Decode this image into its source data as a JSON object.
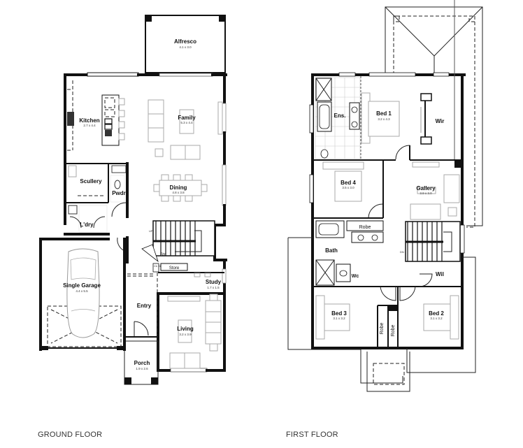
{
  "plan": {
    "colors": {
      "wall": "#111111",
      "furniture": "#aaaaaa",
      "tile": "#cccccc",
      "background": "#ffffff"
    },
    "ground_floor": {
      "label": "GROUND FLOOR",
      "rooms": {
        "alfresco": {
          "name": "Alfresco",
          "dim": "4.1 x 3.0"
        },
        "kitchen": {
          "name": "Kitchen",
          "dim": "2.7 x 4.4"
        },
        "family": {
          "name": "Family",
          "dim": "5.3 x 4.4"
        },
        "scullery": {
          "name": "Scullery"
        },
        "pwdr": {
          "name": "Pwdr"
        },
        "dining": {
          "name": "Dining",
          "dim": "4.8 x 3.8"
        },
        "ldry": {
          "name": "L'dry"
        },
        "str": {
          "name": "Str"
        },
        "store": {
          "name": "Store"
        },
        "ck": {
          "name": "Ck Sk"
        },
        "study": {
          "name": "Study",
          "dim": "1.7 x 1.5"
        },
        "garage": {
          "name": "Single Garage",
          "dim": "4.4 x 5.5"
        },
        "entry": {
          "name": "Entry"
        },
        "living": {
          "name": "Living",
          "dim": "3.2 x 3.9"
        },
        "porch": {
          "name": "Porch",
          "dim": "1.9 x 2.6"
        }
      },
      "stair_up": "UP"
    },
    "first_floor": {
      "label": "FIRST FLOOR",
      "rooms": {
        "ens": {
          "name": "Ens."
        },
        "bed1": {
          "name": "Bed 1",
          "dim": "3.2 x 4.3"
        },
        "wir": {
          "name": "Wir"
        },
        "bed4": {
          "name": "Bed 4",
          "dim": "3.5 x 3.0"
        },
        "gallery": {
          "name": "Gallery",
          "dim": "3.9 x 3.0"
        },
        "robe": {
          "name": "Robe"
        },
        "bath": {
          "name": "Bath"
        },
        "wc": {
          "name": "Wc"
        },
        "wil": {
          "name": "Wil"
        },
        "bed3": {
          "name": "Bed 3",
          "dim": "3.1 x 3.2"
        },
        "bed2": {
          "name": "Bed 2",
          "dim": "3.1 x 3.2"
        },
        "robe_left": {
          "name": "Robe"
        },
        "robe_right": {
          "name": "Robe"
        }
      },
      "stair_dn": "DN"
    }
  }
}
